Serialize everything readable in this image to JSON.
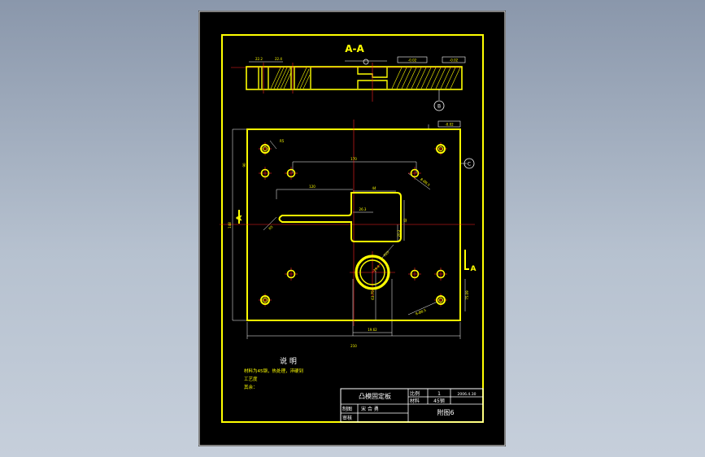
{
  "drawing": {
    "section_title": "A-A",
    "section_marker": "A",
    "datum_b": "B",
    "datum_c": "C",
    "top_view_dims": [
      "22.2",
      "22.4"
    ],
    "tolerance_tags": [
      "-0.02",
      "-0.02",
      "-0.02"
    ],
    "plan_dims": {
      "width": "210",
      "height": "148",
      "slot_long": "170",
      "slot_short": "120",
      "slot_step": "44",
      "slot_mid": "26.3",
      "slot_h1": "42",
      "slot_h2": "20.2",
      "bore": "R20",
      "bore_dim": "29.4",
      "vertical_1": "63.75",
      "horizontal_1": "19.62",
      "hole_label": "8-Ø8.5",
      "corner_1": "R5",
      "corner_2": "R20",
      "right_dim": "75.09",
      "left_dim": "90"
    },
    "notes": {
      "heading": "说 明",
      "line1": "材料为45钢，热处理，淬硬到",
      "line2": "工艺度",
      "line3": "其余："
    },
    "title_block": {
      "part_name": "凸模固定板",
      "scale_label": "比例",
      "scale_value": "1",
      "material_label": "材料",
      "material_value": "45钢",
      "drawn_label": "制图",
      "drawn_value": "宋 合 勇",
      "checked_label": "审核",
      "date": "2006.4.30",
      "figure": "附图6"
    }
  }
}
